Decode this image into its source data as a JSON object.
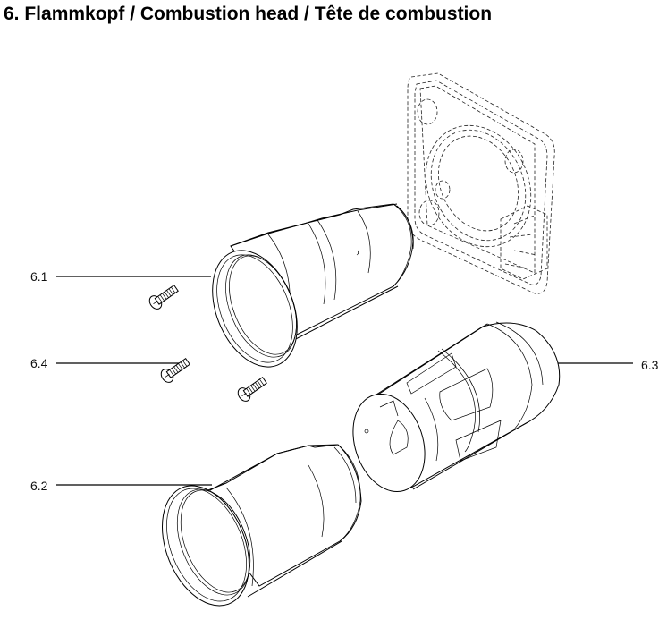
{
  "title": "6. Flammkopf / Combustion head / Tête de combustion",
  "parts": [
    {
      "id": "6.1",
      "label": "6.1",
      "description": "flame tube (upper)"
    },
    {
      "id": "6.2",
      "label": "6.2",
      "description": "flame tube (lower)"
    },
    {
      "id": "6.3",
      "label": "6.3",
      "description": "mixing head / diffuser cylinder"
    },
    {
      "id": "6.4",
      "label": "6.4",
      "description": "fixing screws"
    }
  ],
  "context": {
    "mounting_flange": "dashed outline (not numbered)"
  }
}
